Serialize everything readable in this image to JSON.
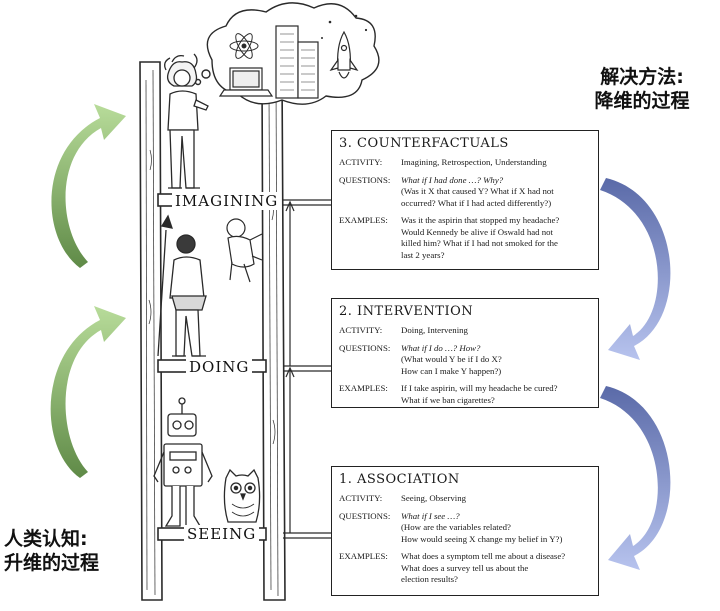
{
  "captions": {
    "right": [
      "解决方法:",
      "降维的过程"
    ],
    "left": [
      "人类认知:",
      "升维的过程"
    ]
  },
  "rungs": [
    "IMAGINING",
    "DOING",
    "SEEING"
  ],
  "boxes": [
    {
      "title": "3. COUNTERFACTUALS",
      "activity_key": "ACTIVITY:",
      "activity": "Imagining, Retrospection, Understanding",
      "questions_key": "QUESTIONS:",
      "questions_italic": "What if I had done …? Why?",
      "questions": [
        "(Was it X that caused Y? What if X had not",
        "occurred? What if I had acted differently?)"
      ],
      "examples_key": "EXAMPLES:",
      "examples": [
        "Was it the aspirin that stopped my headache?",
        "Would Kennedy be alive if Oswald had not",
        "killed him? What if I had not smoked for the",
        "last 2 years?"
      ]
    },
    {
      "title": "2. INTERVENTION",
      "activity_key": "ACTIVITY:",
      "activity": "Doing, Intervening",
      "questions_key": "QUESTIONS:",
      "questions_italic": "What if I do …? How?",
      "questions": [
        "(What would Y be if I do X?",
        "How can I make Y happen?)"
      ],
      "examples_key": "EXAMPLES:",
      "examples": [
        "If I take aspirin, will my headache be cured?",
        "What if we ban cigarettes?"
      ]
    },
    {
      "title": "1. ASSOCIATION",
      "activity_key": "ACTIVITY:",
      "activity": "Seeing, Observing",
      "questions_key": "QUESTIONS:",
      "questions_italic": "What if I see …?",
      "questions": [
        "(How are the variables related?",
        "How would seeing X change my belief in Y?)"
      ],
      "examples_key": "EXAMPLES:",
      "examples": [
        "What does a symptom tell me about a disease?",
        "What does a survey tell us about the",
        "election results?"
      ]
    }
  ],
  "colors": {
    "green_arrow": "#9cc47f",
    "green_arrow_dark": "#6f9a55",
    "blue_arrow": "#6f7fb8",
    "blue_arrow_light": "#a9b6e3",
    "ladder": "#2a2a2a"
  }
}
